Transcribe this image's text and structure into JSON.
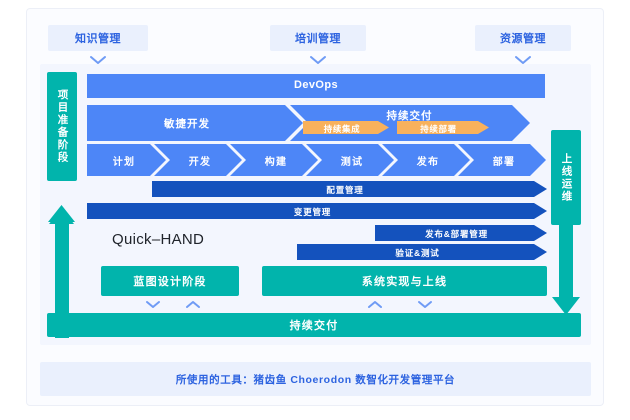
{
  "tabs": [
    {
      "label": "知识管理",
      "icon": "chevron-down-icon"
    },
    {
      "label": "培训管理",
      "icon": "chevron-down-icon"
    },
    {
      "label": "资源管理",
      "icon": "chevron-down-icon"
    }
  ],
  "pillars": {
    "left": "项目准备阶段",
    "right": "上线运维"
  },
  "rows": {
    "devops": "DevOps",
    "agile": "敏捷开发",
    "continuous_delivery": "持续交付",
    "continuous_integration": "持续集成",
    "continuous_deployment": "持续部署"
  },
  "steps": [
    "计划",
    "开发",
    "构建",
    "测试",
    "发布",
    "部署"
  ],
  "practice_bars": [
    {
      "label": "配置管理"
    },
    {
      "label": "变更管理"
    },
    {
      "label": "发布&部署管理"
    },
    {
      "label": "验证&测试"
    }
  ],
  "wordmark": "Quick–HAND",
  "phases": [
    {
      "label": "蓝图设计阶段"
    },
    {
      "label": "系统实现与上线"
    }
  ],
  "delivery_bar": "持续交付",
  "footer": "所使用的工具：猪齿鱼 Choerodon 数智化开发管理平台",
  "colors": {
    "blue_light": "#4d86f7",
    "blue_mid": "#3b79f6",
    "blue_dark": "#1452bd",
    "orange": "#f8b15c",
    "teal": "#01b4ac",
    "tab_bg": "#eaf0fd",
    "tab_text": "#2d63e0",
    "frame_bg": "#f3f6fe",
    "page_bg": "#ffffff"
  }
}
